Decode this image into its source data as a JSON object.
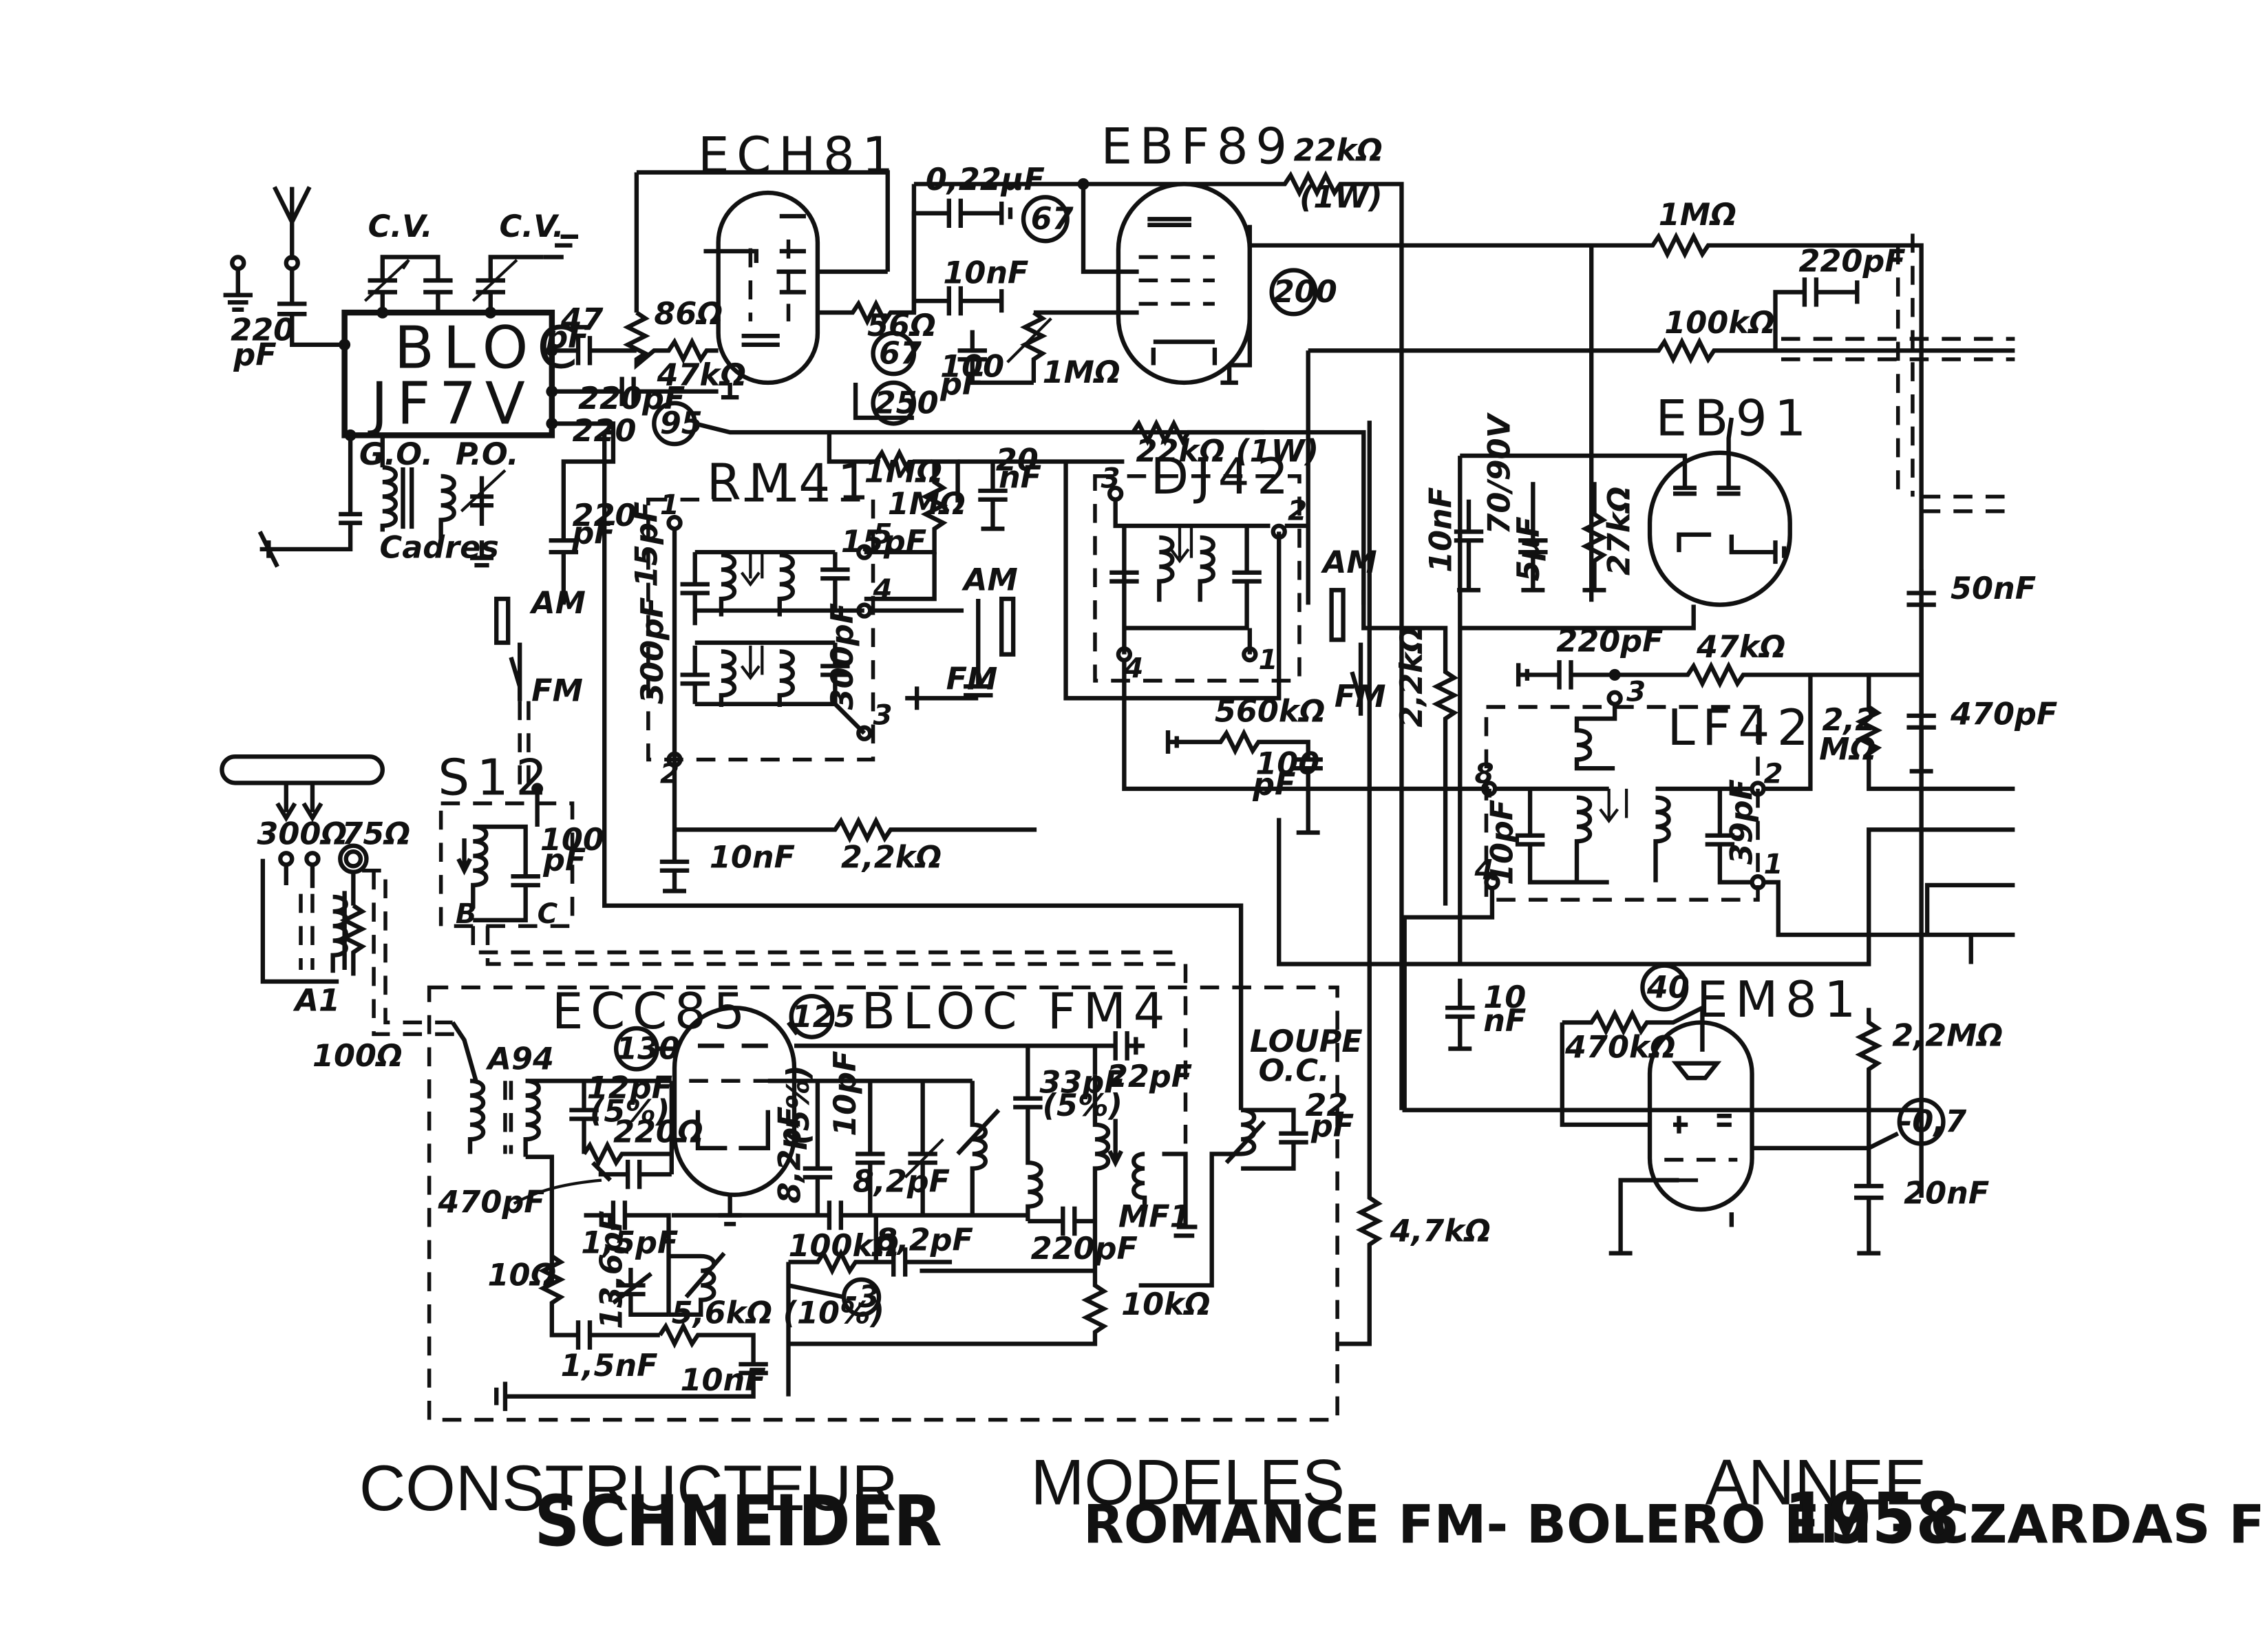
{
  "tubes": {
    "ech81": "ECH81",
    "ebf89": "EBF89",
    "eb91": "EB91",
    "ecc85": "ECC85",
    "em81": "EM81"
  },
  "blocks": {
    "bloc_line1": "BLOC",
    "bloc_line2": "JF7V",
    "rm41": "RM41",
    "dj42": "DJ42",
    "lf42": "LF42",
    "s12": "S12",
    "bloc_fm4": "BLOC FM4",
    "a94": "A94",
    "a1": "A1",
    "mf1": "MF1",
    "loupe": "LOUPE",
    "oc": "O.C."
  },
  "labels": {
    "cv1": "C.V.",
    "cv2": "C.V.",
    "go": "G.O.",
    "po": "P.O.",
    "cadres": "Cadres",
    "am1": "AM",
    "fm1": "FM",
    "am2": "AM",
    "fm2": "FM",
    "am3": "AM",
    "fm3": "FM",
    "ohm300": "300Ω",
    "ohm75": "75Ω"
  },
  "components": {
    "c220pf_ant": "220",
    "c220pf_ant_unit": "pF",
    "c47pf": "47",
    "c47pf_unit": "pF",
    "c220pf_bloc": "220pF",
    "c220pf_sw": "220",
    "c220pf_sw_unit": "pF",
    "r86": "86Ω",
    "r47k_ech": "47kΩ",
    "c022": "0,22μF",
    "c10nf_a": "10nF",
    "r56": "56Ω",
    "c100pf_a": "100",
    "c100pf_a_unit": "pF",
    "r1m_a": "1MΩ",
    "r22k_top": "22kΩ",
    "r22k_top_w": "(1W)",
    "r1m_top": "1MΩ",
    "c220pf_top": "220pF",
    "r100k_top": "100kΩ",
    "r1m_b": "1MΩ",
    "r1m_c": "1MΩ",
    "c20nf": "20",
    "c20nf_unit": "nF",
    "r22k_mid": "22kΩ (1W)",
    "c15pf_a": "15pF",
    "c15pf_b": "15pF",
    "c300pf_a": "300pF",
    "c300pf_b": "300pF",
    "c10nf_b": "10nF",
    "r2k2_a": "2,2kΩ",
    "r560k": "560kΩ",
    "c100pf_b": "100",
    "c100pf_b_unit": "pF",
    "c10nf_c": "10nF",
    "c5uf": "5μF",
    "c5uf_rating": "70/90V",
    "r27k": "27kΩ",
    "r2k2_b": "2,2kΩ",
    "c220pf_lf": "220pF",
    "r47k_lf": "47kΩ",
    "c10pf_lf": "10pF",
    "c39pf": "39pF",
    "c50nf": "50nF",
    "c470pf_a": "470pF",
    "r2m2_a": "2,2",
    "r2m2_a_unit": "MΩ",
    "c10nf_d": "10",
    "c10nf_d_unit": "nF",
    "r470k": "470kΩ",
    "r2m2_b": "2,2MΩ",
    "v_neg07": "-0,7",
    "c20nf_b": "20nF",
    "r4k7": "4,7kΩ",
    "c100pf_s12": "100",
    "c100pf_s12_unit": "pF",
    "s12_c": "C",
    "s12_b": "B",
    "r100_ant": "100Ω",
    "c12pf": "12pF",
    "c12pf_tol": "(5%)",
    "r220": "220Ω",
    "c470pf_b": "470pF",
    "c1_5pf": "1,5pF",
    "r10": "10Ω",
    "c13_6pf": "13,6pF",
    "r5k6": "5,6kΩ (10%)",
    "c1_5nf": "1,5nF",
    "c10nf_e": "10nF",
    "c8_2pf_a": "8,2pF",
    "c8_2pf_tol": "(5%)",
    "c10pf_fm": "10pF",
    "c8_2pf_b": "8,2pF",
    "r100k_fm": "100kΩ",
    "c8_2pf_c": "8,2pF",
    "v_neg3": "-3",
    "c33pf": "33pF",
    "c33pf_tol": "(5%)",
    "c22pf_a": "22pF",
    "c220pf_fm": "220pF",
    "r10k": "10kΩ",
    "c22pf_b": "22",
    "c22pf_b_unit": "pF"
  },
  "test_points": [
    "67",
    "67",
    "200",
    "250",
    "95",
    "125",
    "130",
    "40"
  ],
  "pins": {
    "rm41": [
      "1",
      "5",
      "4",
      "3",
      "2"
    ],
    "dj42": [
      "3",
      "2",
      "4",
      "1"
    ],
    "lf42": [
      "3",
      "8",
      "2",
      "4",
      "1"
    ]
  },
  "footer": {
    "constructeur_label": "CONSTRUCTEUR",
    "constructeur_value": "SCHNEIDER",
    "modeles_label": "MODELES",
    "modeles_value": "ROMANCE FM-  BOLERO FM - CZARDAS FM",
    "annee_label": "ANNEE",
    "annee_value": "1958"
  }
}
